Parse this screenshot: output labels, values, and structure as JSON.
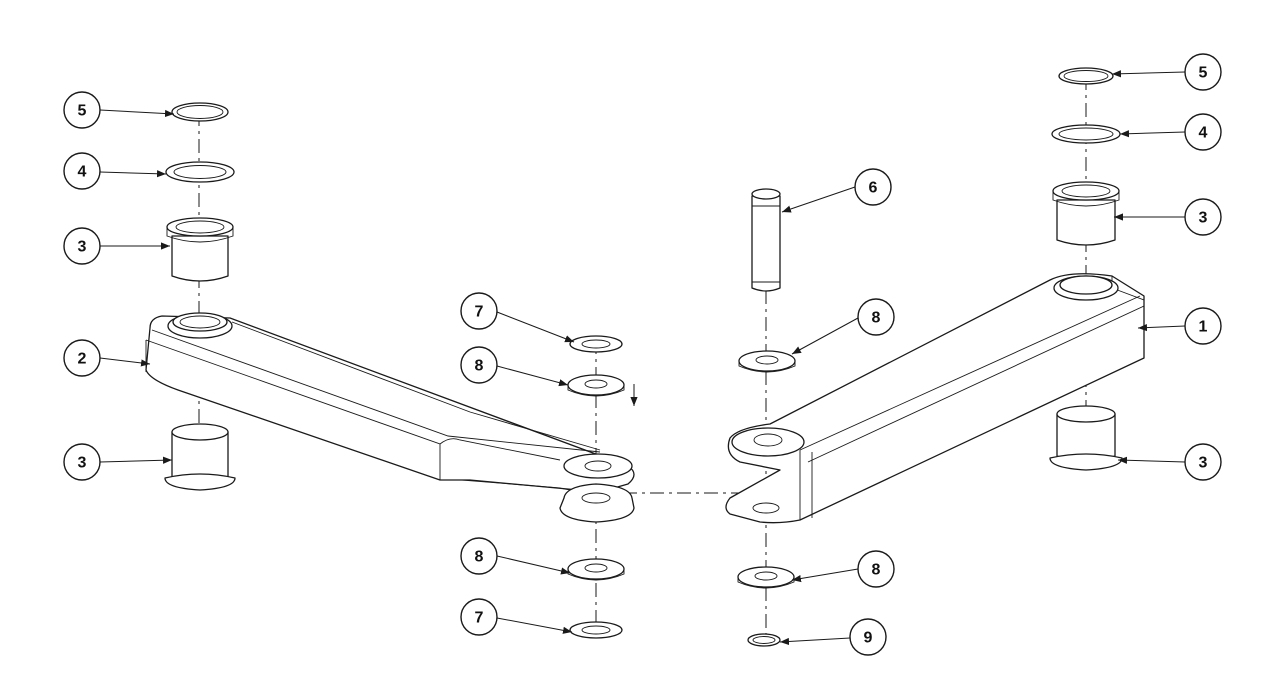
{
  "drawing": {
    "type": "exploded-assembly",
    "line_color": "#1a1a1a",
    "background": "#ffffff"
  },
  "balloons": [
    {
      "id": "b-left-5",
      "label": "5"
    },
    {
      "id": "b-left-4",
      "label": "4"
    },
    {
      "id": "b-left-3-top",
      "label": "3"
    },
    {
      "id": "b-left-2",
      "label": "2"
    },
    {
      "id": "b-left-3-bottom",
      "label": "3"
    },
    {
      "id": "b-mid-7-top",
      "label": "7"
    },
    {
      "id": "b-mid-8-top",
      "label": "8"
    },
    {
      "id": "b-mid-8-bottom",
      "label": "8"
    },
    {
      "id": "b-mid-7-bottom",
      "label": "7"
    },
    {
      "id": "b-pin-6",
      "label": "6"
    },
    {
      "id": "b-right-8-top",
      "label": "8"
    },
    {
      "id": "b-right-8-bottom",
      "label": "8"
    },
    {
      "id": "b-right-9",
      "label": "9"
    },
    {
      "id": "b-right-5",
      "label": "5"
    },
    {
      "id": "b-right-4",
      "label": "4"
    },
    {
      "id": "b-right-3-top",
      "label": "3"
    },
    {
      "id": "b-right-1",
      "label": "1"
    },
    {
      "id": "b-right-3-bottom",
      "label": "3"
    }
  ]
}
